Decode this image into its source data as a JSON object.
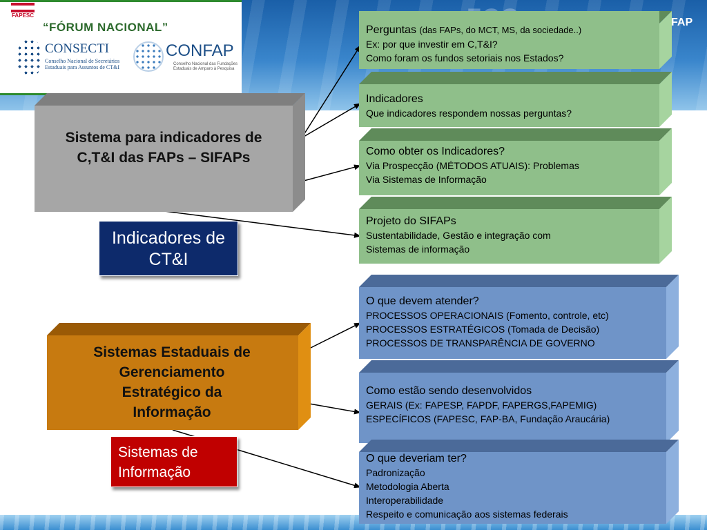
{
  "slide": {
    "brand_right": "FAP",
    "brand_watermark": "FCG"
  },
  "logos": {
    "fapesc": "FAPESC",
    "forum": "“FÓRUM NACIONAL”",
    "consecti": "CONSECTI",
    "consecti_subtitle": "Conselho Nacional de Secretários Estaduais para Assuntos de CT&I",
    "confap": "CONFAP",
    "confap_subtitle": "Conselho Nacional das Fundações Estaduais de Amparo à Pesquisa"
  },
  "colors": {
    "gray_box": "#a6a6a6",
    "green_box": "#8fbf8a",
    "blue_box": "#6f94c8",
    "orange_box": "#c97a12",
    "navy_label": "#0d2a6b",
    "red_label": "#c00000"
  },
  "left_top": {
    "main": "Sistema para indicadores de C,T&I das FAPs – SIFAPs",
    "label": "Indicadores de CT&I"
  },
  "left_bottom": {
    "main": "Sistemas Estaduais de Gerenciamento Estratégico da Informação",
    "label": "Sistemas de Informação"
  },
  "green_items": [
    {
      "title": "Perguntas",
      "note": "(das FAPs, do MCT, MS, da sociedade..)",
      "lines": [
        "Ex: por que investir em C,T&I?",
        "Como foram os fundos setoriais nos Estados?"
      ]
    },
    {
      "title": "Indicadores",
      "lines": [
        "Que indicadores respondem nossas perguntas?"
      ]
    },
    {
      "title": "Como obter os Indicadores?",
      "lines": [
        "Via Prospecção (MÉTODOS ATUAIS): Problemas",
        "Via Sistemas de Informação"
      ]
    },
    {
      "title": "Projeto do SIFAPs",
      "lines": [
        "Sustentabilidade, Gestão e integração com",
        "Sistemas de informação"
      ]
    }
  ],
  "blue_items": [
    {
      "title": "O que devem atender?",
      "lines": [
        "PROCESSOS OPERACIONAIS (Fomento, controle, etc)",
        "PROCESSOS ESTRATÉGICOS (Tomada de Decisão)",
        "PROCESSOS DE TRANSPARÊNCIA DE GOVERNO"
      ]
    },
    {
      "title": "Como estão sendo desenvolvidos",
      "lines": [
        "GERAIS (Ex: FAPESP, FAPDF, FAPERGS,FAPEMIG)",
        "ESPECÍFICOS (FAPESC, FAP-BA, Fundação Araucária)"
      ]
    },
    {
      "title": "O que deveriam ter?",
      "lines": [
        "Padronização",
        "Metodologia Aberta",
        "Interoperabilidade",
        "Respeito e comunicação aos sistemas federais"
      ]
    }
  ]
}
